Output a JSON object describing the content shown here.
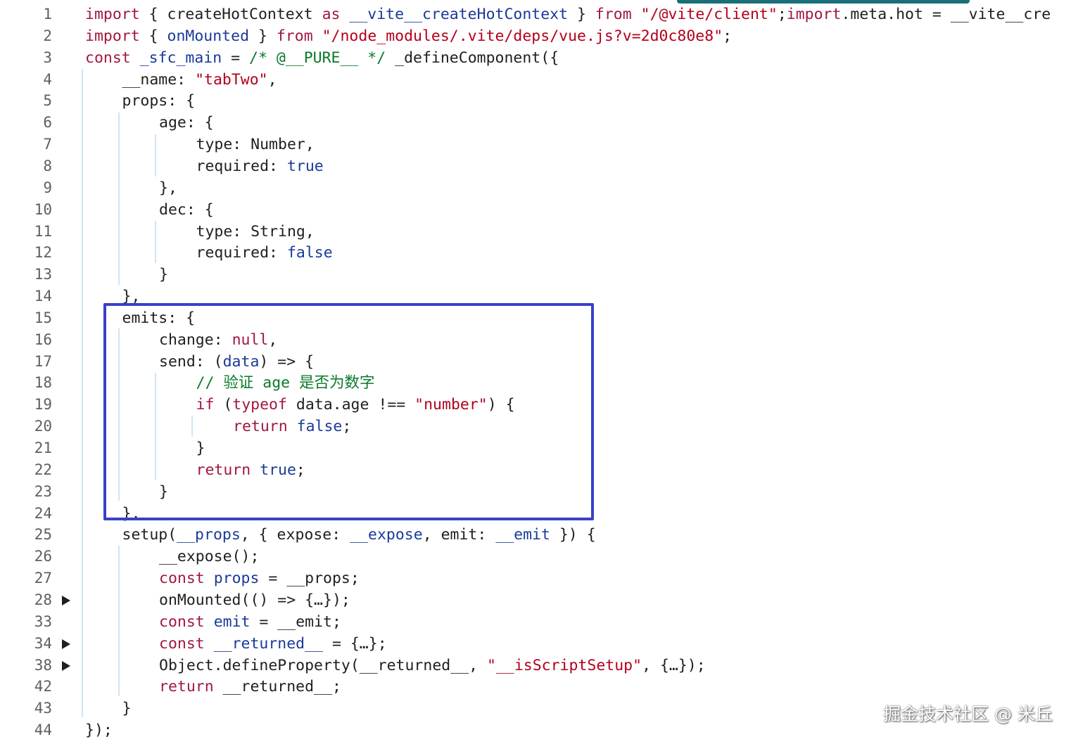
{
  "colors": {
    "keyword": "#a1183d",
    "string": "#b3001b",
    "identifier": "#1a3a99",
    "comment": "#0a7a2a",
    "highlight_box": "#3b3fc9"
  },
  "lines": [
    {
      "n": "1",
      "fold": false,
      "indent": 0,
      "tokens": [
        {
          "t": "import",
          "c": "kw"
        },
        {
          "t": " { createHotContext ",
          "c": "plain"
        },
        {
          "t": "as",
          "c": "kw"
        },
        {
          "t": " ",
          "c": "plain"
        },
        {
          "t": "__vite__createHotContext",
          "c": "id"
        },
        {
          "t": " } ",
          "c": "plain"
        },
        {
          "t": "from",
          "c": "kw"
        },
        {
          "t": " ",
          "c": "plain"
        },
        {
          "t": "\"/@vite/client\"",
          "c": "str"
        },
        {
          "t": ";",
          "c": "plain"
        },
        {
          "t": "import",
          "c": "kw"
        },
        {
          "t": ".meta.hot = __vite__cre",
          "c": "plain"
        }
      ]
    },
    {
      "n": "2",
      "fold": false,
      "indent": 0,
      "tokens": [
        {
          "t": "import",
          "c": "kw"
        },
        {
          "t": " { ",
          "c": "plain"
        },
        {
          "t": "onMounted",
          "c": "id"
        },
        {
          "t": " } ",
          "c": "plain"
        },
        {
          "t": "from",
          "c": "kw"
        },
        {
          "t": " ",
          "c": "plain"
        },
        {
          "t": "\"/node_modules/.vite/deps/vue.js?v=2d0c80e8\"",
          "c": "str"
        },
        {
          "t": ";",
          "c": "plain"
        }
      ]
    },
    {
      "n": "3",
      "fold": false,
      "indent": 0,
      "tokens": [
        {
          "t": "const",
          "c": "kw"
        },
        {
          "t": " ",
          "c": "plain"
        },
        {
          "t": "_sfc_main",
          "c": "id"
        },
        {
          "t": " = ",
          "c": "plain"
        },
        {
          "t": "/* @__PURE__ */",
          "c": "cm"
        },
        {
          "t": " _defineComponent({",
          "c": "plain"
        }
      ]
    },
    {
      "n": "4",
      "fold": false,
      "indent": 1,
      "tokens": [
        {
          "t": "__name: ",
          "c": "plain"
        },
        {
          "t": "\"tabTwo\"",
          "c": "str"
        },
        {
          "t": ",",
          "c": "plain"
        }
      ]
    },
    {
      "n": "5",
      "fold": false,
      "indent": 1,
      "tokens": [
        {
          "t": "props: {",
          "c": "plain"
        }
      ]
    },
    {
      "n": "6",
      "fold": false,
      "indent": 2,
      "tokens": [
        {
          "t": "age: {",
          "c": "plain"
        }
      ]
    },
    {
      "n": "7",
      "fold": false,
      "indent": 3,
      "tokens": [
        {
          "t": "type: Number,",
          "c": "plain"
        }
      ]
    },
    {
      "n": "8",
      "fold": false,
      "indent": 3,
      "tokens": [
        {
          "t": "required: ",
          "c": "plain"
        },
        {
          "t": "true",
          "c": "id"
        }
      ]
    },
    {
      "n": "9",
      "fold": false,
      "indent": 2,
      "tokens": [
        {
          "t": "},",
          "c": "plain"
        }
      ]
    },
    {
      "n": "10",
      "fold": false,
      "indent": 2,
      "tokens": [
        {
          "t": "dec: {",
          "c": "plain"
        }
      ]
    },
    {
      "n": "11",
      "fold": false,
      "indent": 3,
      "tokens": [
        {
          "t": "type: String,",
          "c": "plain"
        }
      ]
    },
    {
      "n": "12",
      "fold": false,
      "indent": 3,
      "tokens": [
        {
          "t": "required: ",
          "c": "plain"
        },
        {
          "t": "false",
          "c": "id"
        }
      ]
    },
    {
      "n": "13",
      "fold": false,
      "indent": 2,
      "tokens": [
        {
          "t": "}",
          "c": "plain"
        }
      ]
    },
    {
      "n": "14",
      "fold": false,
      "indent": 1,
      "tokens": [
        {
          "t": "},",
          "c": "plain"
        }
      ]
    },
    {
      "n": "15",
      "fold": false,
      "indent": 1,
      "tokens": [
        {
          "t": "emits: {",
          "c": "plain"
        }
      ]
    },
    {
      "n": "16",
      "fold": false,
      "indent": 2,
      "tokens": [
        {
          "t": "change: ",
          "c": "plain"
        },
        {
          "t": "null",
          "c": "kw"
        },
        {
          "t": ",",
          "c": "plain"
        }
      ]
    },
    {
      "n": "17",
      "fold": false,
      "indent": 2,
      "tokens": [
        {
          "t": "send: (",
          "c": "plain"
        },
        {
          "t": "data",
          "c": "id"
        },
        {
          "t": ") => {",
          "c": "plain"
        }
      ]
    },
    {
      "n": "18",
      "fold": false,
      "indent": 3,
      "tokens": [
        {
          "t": "// 验证 age 是否为数字",
          "c": "cm"
        }
      ]
    },
    {
      "n": "19",
      "fold": false,
      "indent": 3,
      "tokens": [
        {
          "t": "if",
          "c": "kw"
        },
        {
          "t": " (",
          "c": "plain"
        },
        {
          "t": "typeof",
          "c": "kw"
        },
        {
          "t": " data.age !== ",
          "c": "plain"
        },
        {
          "t": "\"number\"",
          "c": "str"
        },
        {
          "t": ") {",
          "c": "plain"
        }
      ]
    },
    {
      "n": "20",
      "fold": false,
      "indent": 4,
      "tokens": [
        {
          "t": "return",
          "c": "kw"
        },
        {
          "t": " ",
          "c": "plain"
        },
        {
          "t": "false",
          "c": "id"
        },
        {
          "t": ";",
          "c": "plain"
        }
      ]
    },
    {
      "n": "21",
      "fold": false,
      "indent": 3,
      "tokens": [
        {
          "t": "}",
          "c": "plain"
        }
      ]
    },
    {
      "n": "22",
      "fold": false,
      "indent": 3,
      "tokens": [
        {
          "t": "return",
          "c": "kw"
        },
        {
          "t": " ",
          "c": "plain"
        },
        {
          "t": "true",
          "c": "id"
        },
        {
          "t": ";",
          "c": "plain"
        }
      ]
    },
    {
      "n": "23",
      "fold": false,
      "indent": 2,
      "tokens": [
        {
          "t": "}",
          "c": "plain"
        }
      ]
    },
    {
      "n": "24",
      "fold": false,
      "indent": 1,
      "tokens": [
        {
          "t": "},",
          "c": "plain"
        }
      ]
    },
    {
      "n": "25",
      "fold": false,
      "indent": 1,
      "tokens": [
        {
          "t": "setup(",
          "c": "plain"
        },
        {
          "t": "__props",
          "c": "id"
        },
        {
          "t": ", { expose: ",
          "c": "plain"
        },
        {
          "t": "__expose",
          "c": "id"
        },
        {
          "t": ", emit: ",
          "c": "plain"
        },
        {
          "t": "__emit",
          "c": "id"
        },
        {
          "t": " }) {",
          "c": "plain"
        }
      ]
    },
    {
      "n": "26",
      "fold": false,
      "indent": 2,
      "tokens": [
        {
          "t": "__expose();",
          "c": "plain"
        }
      ]
    },
    {
      "n": "27",
      "fold": false,
      "indent": 2,
      "tokens": [
        {
          "t": "const",
          "c": "kw"
        },
        {
          "t": " ",
          "c": "plain"
        },
        {
          "t": "props",
          "c": "id"
        },
        {
          "t": " = __props;",
          "c": "plain"
        }
      ]
    },
    {
      "n": "28",
      "fold": true,
      "indent": 2,
      "tokens": [
        {
          "t": "onMounted(() => {…});",
          "c": "plain"
        }
      ]
    },
    {
      "n": "33",
      "fold": false,
      "indent": 2,
      "tokens": [
        {
          "t": "const",
          "c": "kw"
        },
        {
          "t": " ",
          "c": "plain"
        },
        {
          "t": "emit",
          "c": "id"
        },
        {
          "t": " = __emit;",
          "c": "plain"
        }
      ]
    },
    {
      "n": "34",
      "fold": true,
      "indent": 2,
      "tokens": [
        {
          "t": "const",
          "c": "kw"
        },
        {
          "t": " ",
          "c": "plain"
        },
        {
          "t": "__returned__",
          "c": "id"
        },
        {
          "t": " = {…};",
          "c": "plain"
        }
      ]
    },
    {
      "n": "38",
      "fold": true,
      "indent": 2,
      "tokens": [
        {
          "t": "Object.defineProperty(__returned__, ",
          "c": "plain"
        },
        {
          "t": "\"__isScriptSetup\"",
          "c": "str"
        },
        {
          "t": ", {…});",
          "c": "plain"
        }
      ]
    },
    {
      "n": "42",
      "fold": false,
      "indent": 2,
      "tokens": [
        {
          "t": "return",
          "c": "kw"
        },
        {
          "t": " __returned__;",
          "c": "plain"
        }
      ]
    },
    {
      "n": "43",
      "fold": false,
      "indent": 1,
      "tokens": [
        {
          "t": "}",
          "c": "plain"
        }
      ]
    },
    {
      "n": "44",
      "fold": false,
      "indent": 0,
      "tokens": [
        {
          "t": "});",
          "c": "plain"
        }
      ]
    }
  ],
  "watermark": "掘金技术社区 @ 米丘"
}
